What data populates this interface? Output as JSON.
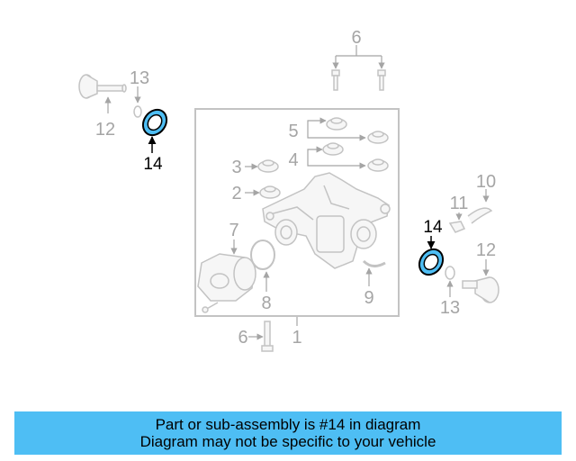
{
  "colors": {
    "part_line": "#c3c3c3",
    "part_fill": "#f6f6f6",
    "callout_gray": "#a5a5a5",
    "highlight_fill": "#4ebef4",
    "highlight_label": "#000000",
    "banner_bg": "#4ebef4"
  },
  "callouts": [
    {
      "id": "6-top",
      "label": "6"
    },
    {
      "id": "13-left",
      "label": "13"
    },
    {
      "id": "12-left",
      "label": "12"
    },
    {
      "id": "14-left",
      "label": "14"
    },
    {
      "id": "5",
      "label": "5"
    },
    {
      "id": "4",
      "label": "4"
    },
    {
      "id": "3",
      "label": "3"
    },
    {
      "id": "2",
      "label": "2"
    },
    {
      "id": "7",
      "label": "7"
    },
    {
      "id": "8",
      "label": "8"
    },
    {
      "id": "9",
      "label": "9"
    },
    {
      "id": "10",
      "label": "10"
    },
    {
      "id": "11",
      "label": "11"
    },
    {
      "id": "14-right",
      "label": "14"
    },
    {
      "id": "12-right",
      "label": "12"
    },
    {
      "id": "13-right",
      "label": "13"
    },
    {
      "id": "6-bottom",
      "label": "6"
    },
    {
      "id": "1",
      "label": "1"
    }
  ],
  "banner": {
    "line1": "Part or sub-assembly is #14 in diagram",
    "line2": "Diagram may not be specific to your vehicle"
  }
}
